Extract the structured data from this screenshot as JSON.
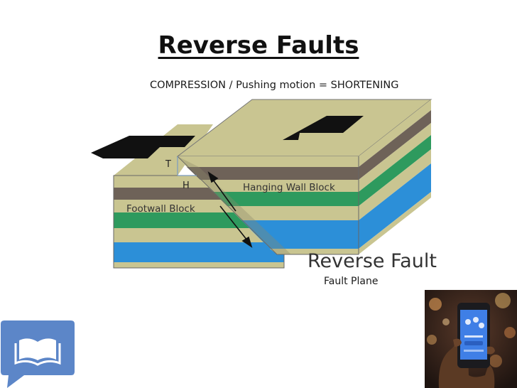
{
  "slide": {
    "title": "Reverse Faults",
    "subtitle": "COMPRESSION / Pushing motion = SHORTENING"
  },
  "diagram": {
    "hanging_wall_label": "Hanging Wall Block",
    "footwall_label": "Footwall Block",
    "fault_label": "Reverse Fault",
    "fault_plane_label": "Fault Plane",
    "throw_label": "T",
    "heave_label": "H",
    "layer_colors": {
      "tan": "#c9c591",
      "brown": "#6e6258",
      "green": "#2e9a5e",
      "blue": "#2c8fd8"
    }
  },
  "decor": {
    "logo_icon": "book-speech-bubble-icon",
    "photo": "hand-holding-phone"
  }
}
